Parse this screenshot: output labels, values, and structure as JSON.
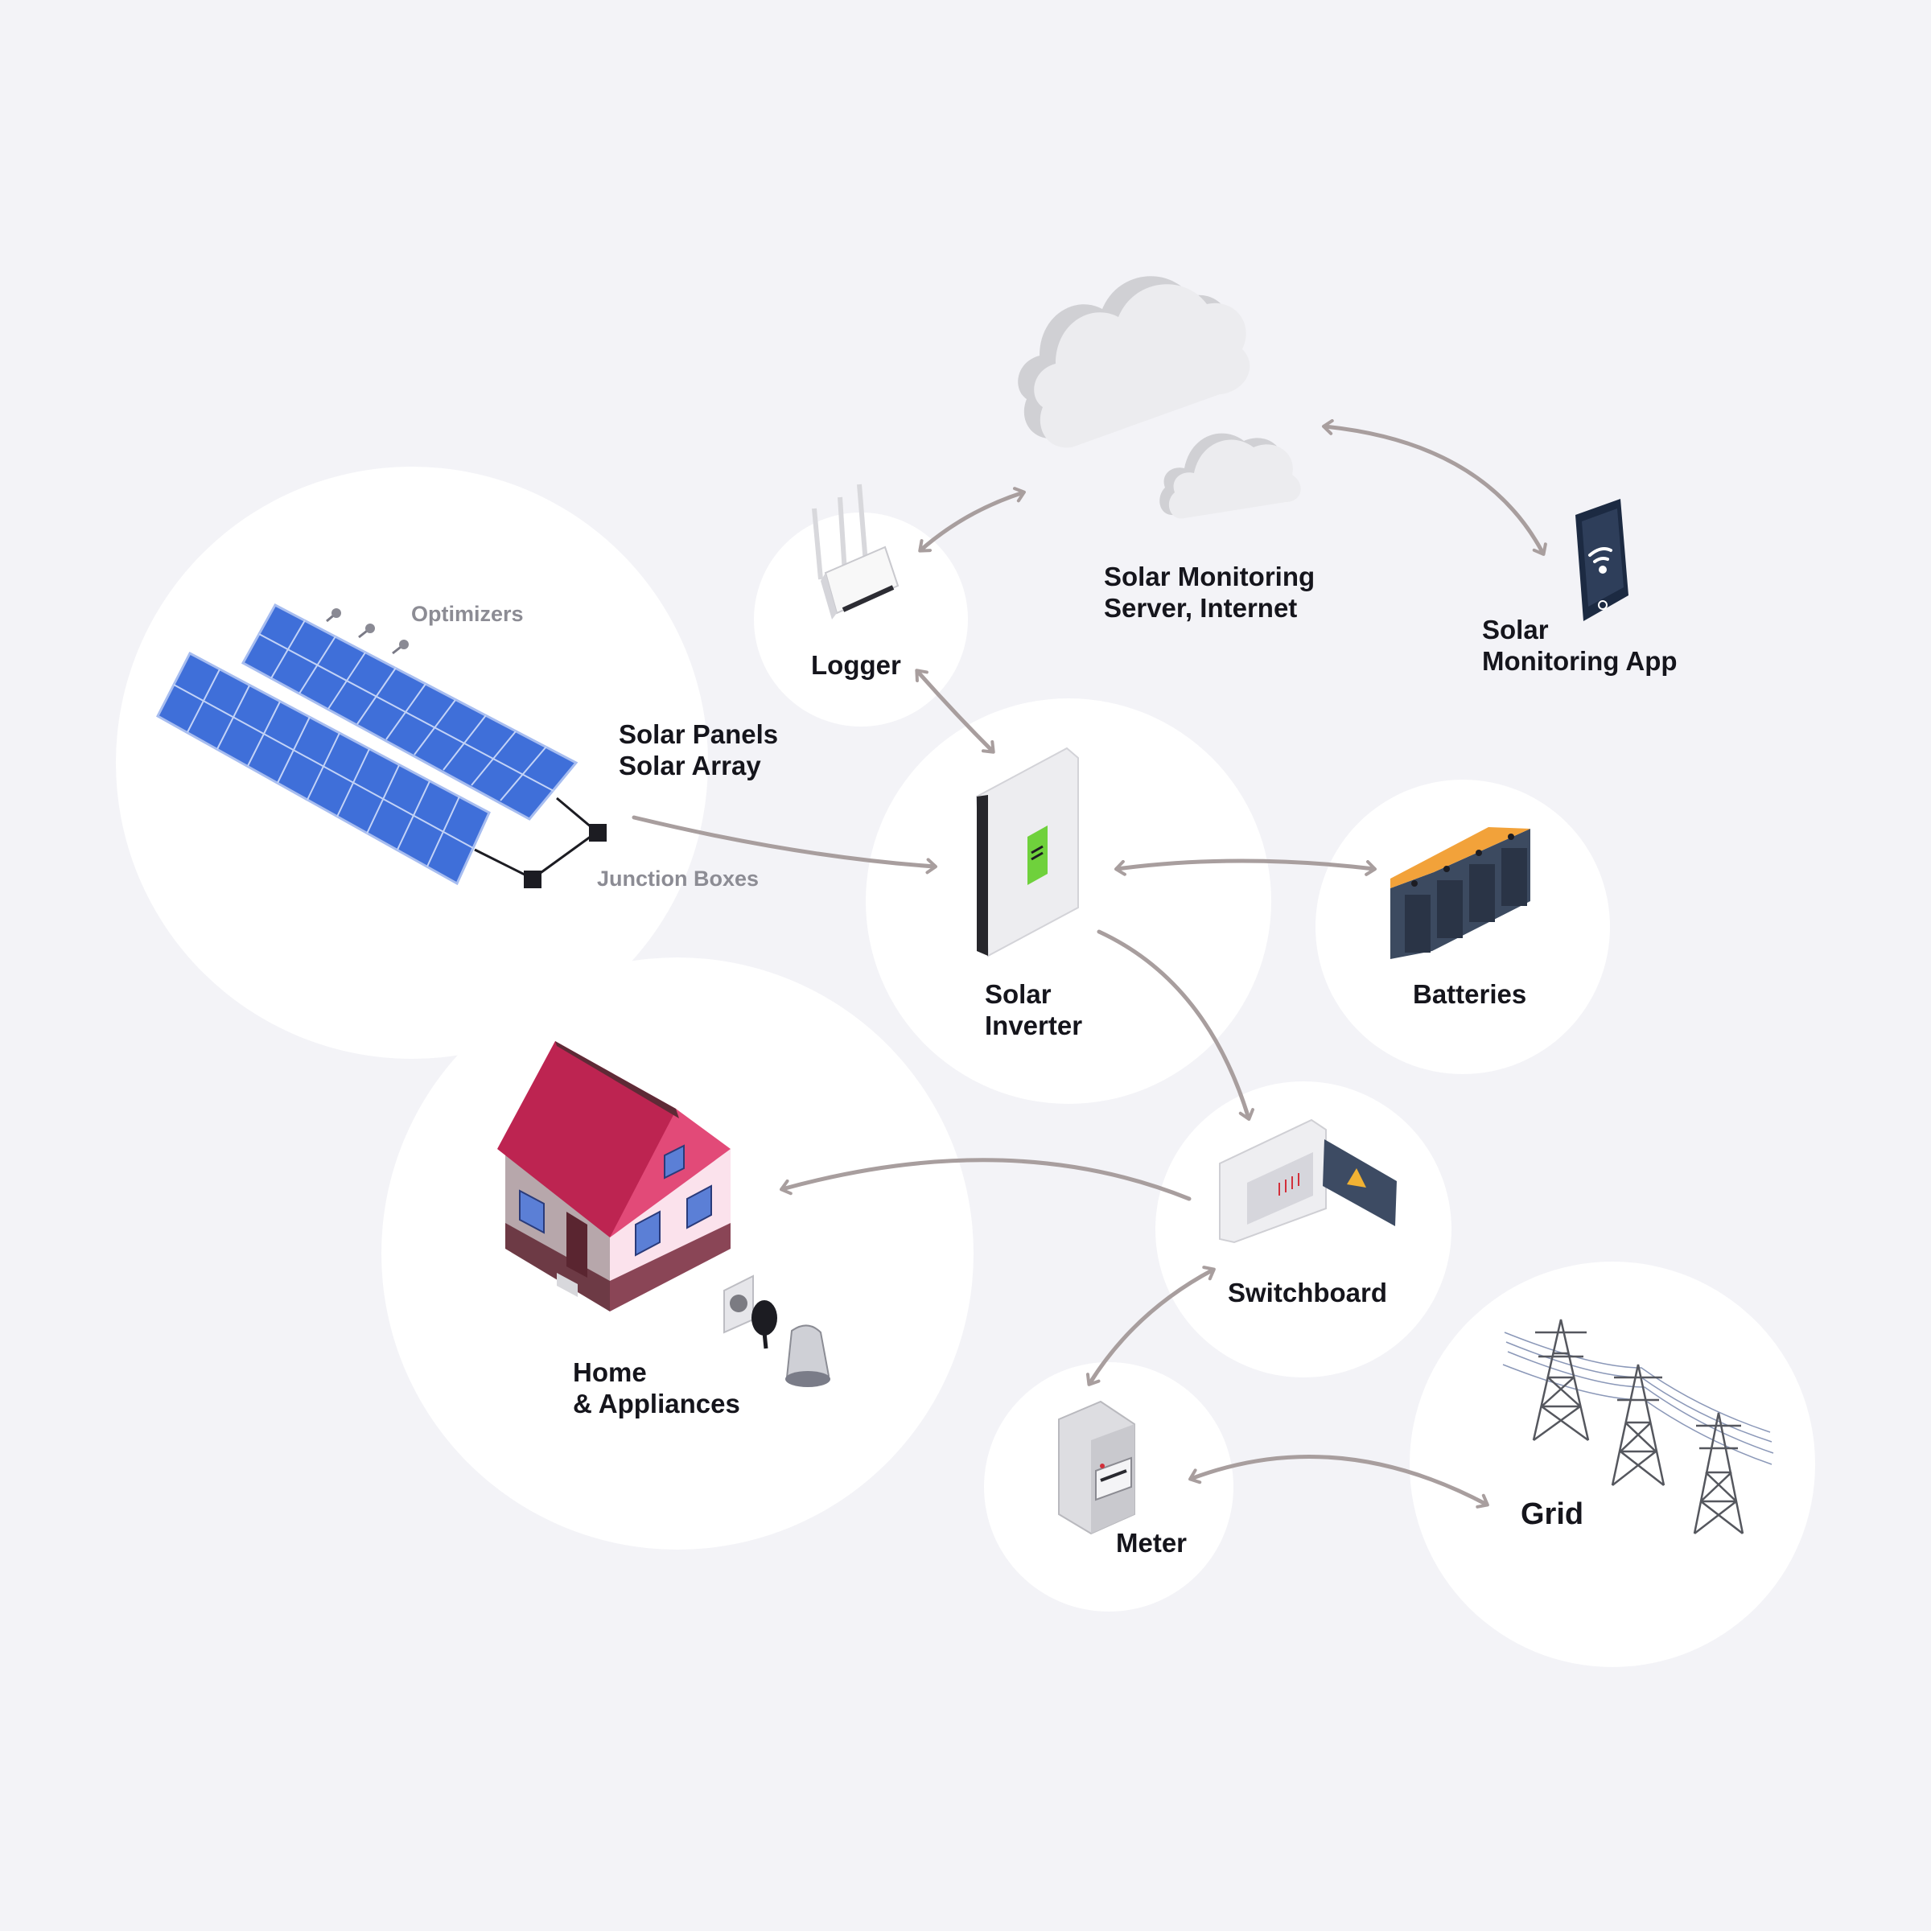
{
  "colors": {
    "background": "#f3f3f7",
    "circle": "#ffffff",
    "arrow": "#a89e9e",
    "panel_blue": "#3f6fd9",
    "roof_red": "#bd2451",
    "label_text": "#15151c",
    "sub_label_text": "#8c8c94"
  },
  "nodes": {
    "solar_panels": {
      "icon": "solar-panel-array-icon",
      "label_line1": "Solar Panels",
      "label_line2": "Solar Array"
    },
    "optimizers": {
      "icon": "optimizer-icon",
      "label": "Optimizers"
    },
    "junction_boxes": {
      "icon": "junction-box-icon",
      "label": "Junction Boxes"
    },
    "logger": {
      "icon": "router-icon",
      "label": "Logger"
    },
    "server": {
      "icon": "cloud-icon",
      "label_line1": "Solar Monitoring",
      "label_line2": "Server, Internet"
    },
    "app": {
      "icon": "smartphone-wifi-icon",
      "label_line1": "Solar",
      "label_line2": "Monitoring App"
    },
    "inverter": {
      "icon": "inverter-icon",
      "label_line1": "Solar",
      "label_line2": "Inverter"
    },
    "batteries": {
      "icon": "battery-bank-icon",
      "label": "Batteries"
    },
    "switchboard": {
      "icon": "switchboard-icon",
      "label": "Switchboard"
    },
    "home": {
      "icon": "house-icon",
      "label_line1": "Home",
      "label_line2": "& Appliances"
    },
    "meter": {
      "icon": "electric-meter-icon",
      "label": "Meter"
    },
    "grid": {
      "icon": "power-pylon-icon",
      "label": "Grid"
    }
  },
  "connections": [
    {
      "from": "Solar Panels",
      "to": "Solar Inverter",
      "direction": "one-way"
    },
    {
      "from": "Logger",
      "to": "Solar Monitoring Server",
      "direction": "two-way"
    },
    {
      "from": "Logger",
      "to": "Solar Inverter",
      "direction": "two-way"
    },
    {
      "from": "Solar Monitoring Server",
      "to": "Solar Monitoring App",
      "direction": "two-way"
    },
    {
      "from": "Solar Inverter",
      "to": "Batteries",
      "direction": "two-way"
    },
    {
      "from": "Solar Inverter",
      "to": "Switchboard",
      "direction": "one-way"
    },
    {
      "from": "Switchboard",
      "to": "Home & Appliances",
      "direction": "one-way"
    },
    {
      "from": "Switchboard",
      "to": "Meter",
      "direction": "two-way"
    },
    {
      "from": "Meter",
      "to": "Grid",
      "direction": "two-way"
    }
  ]
}
